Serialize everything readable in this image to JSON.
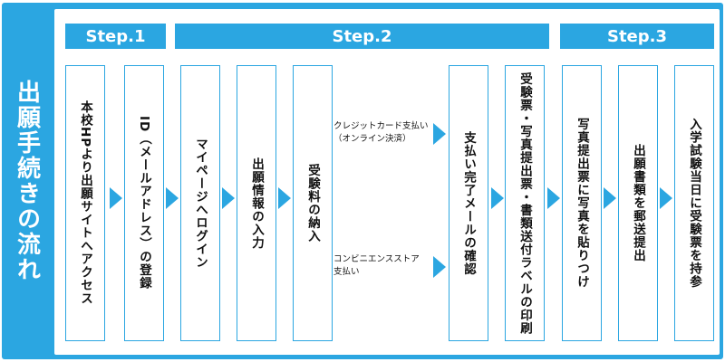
{
  "side_title": "出願手続きの流れ",
  "steps": {
    "step1": "Step.1",
    "step2": "Step.2",
    "step3": "Step.3"
  },
  "boxes": [
    "本校HPより出願サイトへアクセス",
    "ID（メールアドレス）の登録",
    "マイページへログイン",
    "出願情報の入力",
    "受験料の納入",
    "支払い完了メールの確認",
    "受験票・写真提出票・書類送付ラベルの印刷",
    "写真提出票に写真を貼りつけ",
    "出願書類を郵送提出",
    "入学試験当日に受験票を持参"
  ],
  "branches": {
    "credit": "クレジットカード支払い\n（オンライン決済）",
    "convenience": "コンビニエンスストア\n支払い"
  },
  "colors": {
    "accent": "#2ba6e1",
    "text": "#111111"
  }
}
